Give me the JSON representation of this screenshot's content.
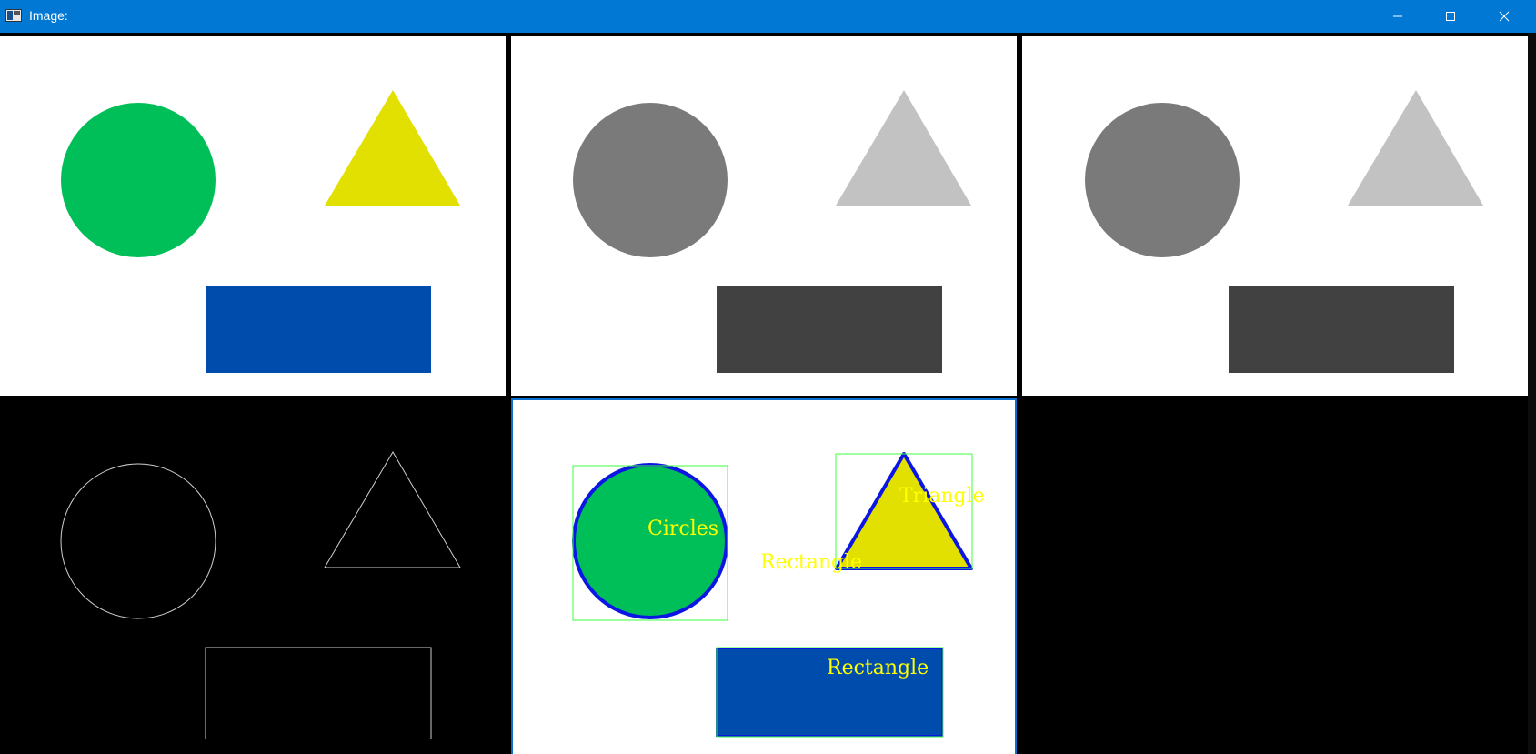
{
  "window": {
    "title": "Image:",
    "app_icon": "app-window-icon",
    "controls": [
      "minimize-icon",
      "maximize-icon",
      "close-icon"
    ]
  },
  "colors": {
    "titlebar": "#0078d4",
    "green": "#00bf58",
    "yellow": "#e1e000",
    "blue": "#004cad",
    "gray_dark": "#7a7a7a",
    "gray_light": "#c2c2c2",
    "gray_rect": "#414141",
    "contour": "#0b16e3",
    "bbox": "#3cff3c",
    "label": "#ffff00"
  },
  "panels": {
    "original": {
      "name": "original-color-image"
    },
    "gray_1": {
      "name": "grayscale-image"
    },
    "gray_2": {
      "name": "grayscale-image-copy"
    },
    "edges": {
      "name": "edge-detection-image"
    },
    "detected": {
      "name": "shape-detection-result",
      "labels": {
        "circle": "Circles",
        "triangle": "Triangle",
        "rectangle_floating": "Rectangle",
        "rectangle": "Rectangle"
      }
    },
    "empty": {
      "name": "empty-black-panel"
    }
  }
}
